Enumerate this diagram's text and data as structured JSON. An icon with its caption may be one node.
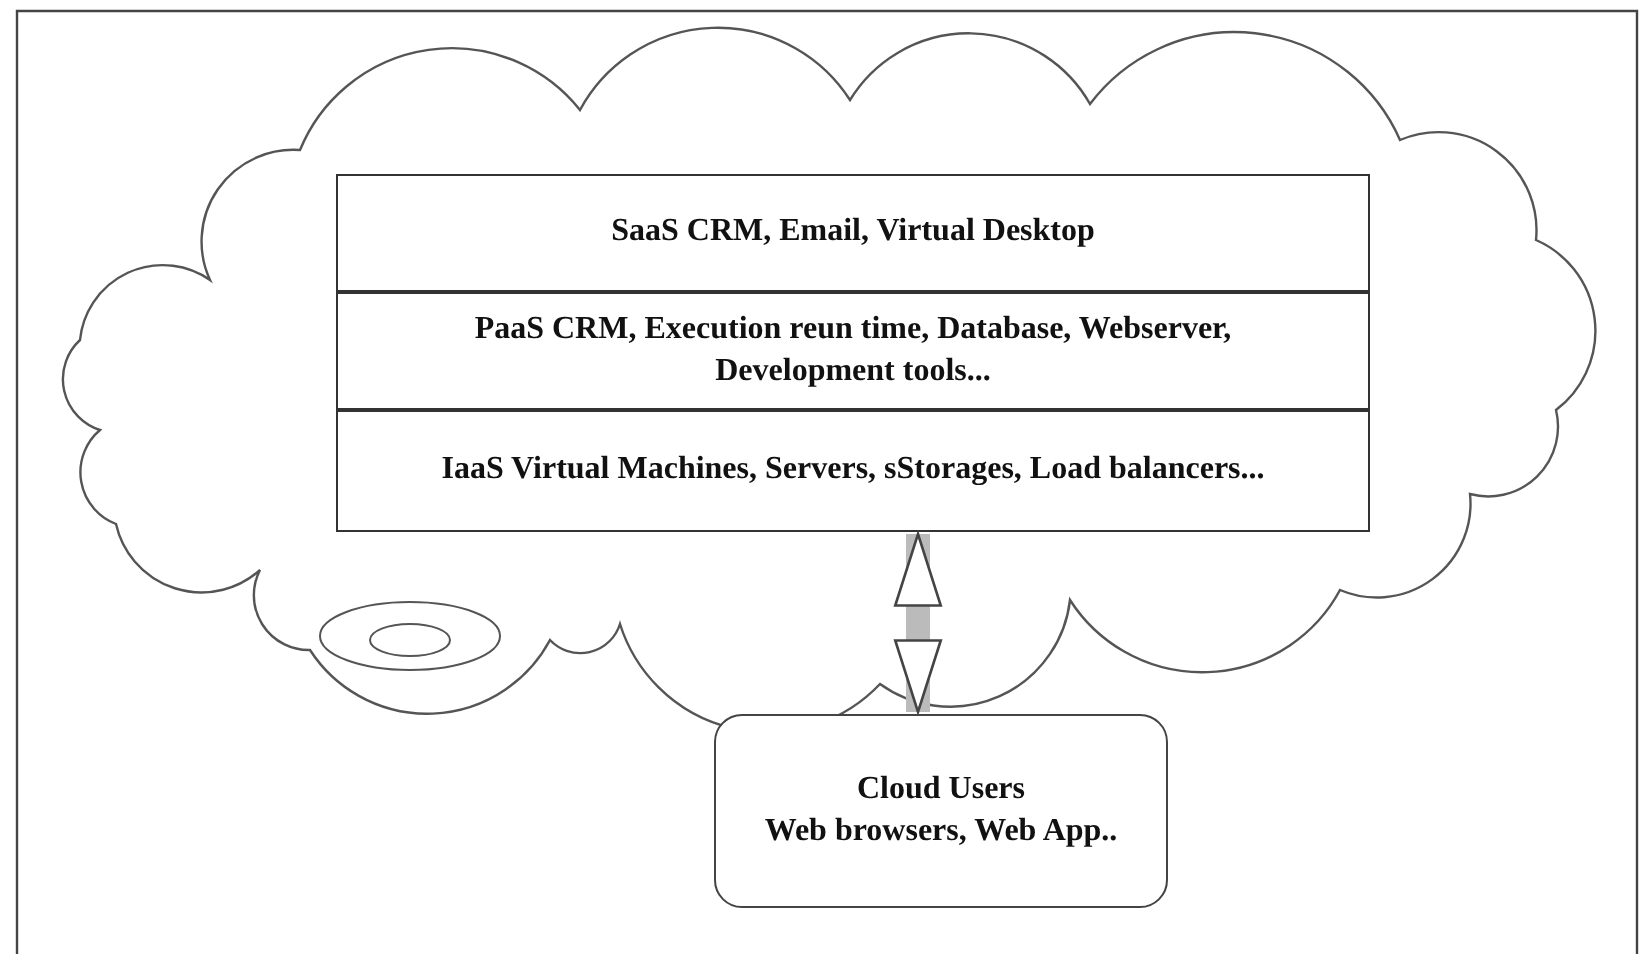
{
  "diagram": {
    "nodes": [
      {
        "text": [],
        "shape": "cloud"
      },
      {
        "text": [
          "SaaS CRM, Email, Virtual Desktop"
        ],
        "in": 0
      },
      {
        "text": [
          "PaaS CRM,  Execution reun time, Database, Webserver, Development tools..."
        ],
        "in": 0
      },
      {
        "text": [
          "IaaS Virtual Machines, Servers, sStorages, Load balancers..."
        ],
        "in": 0
      },
      {
        "text": [
          "Cloud  Users",
          "Web browsers, Web App.."
        ]
      }
    ],
    "edges": [
      {
        "from": 3,
        "to": 4,
        "arrow": "both"
      }
    ]
  }
}
